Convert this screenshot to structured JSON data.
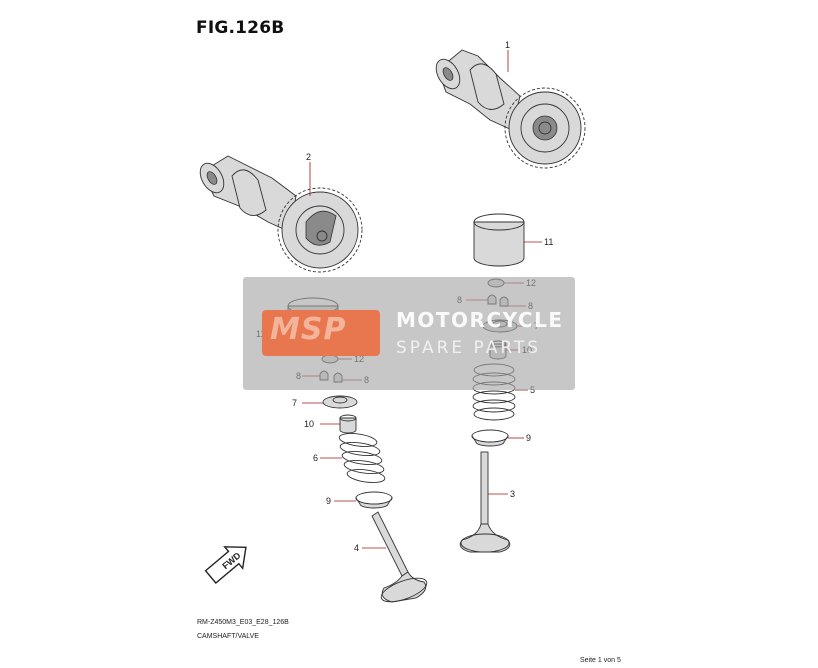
{
  "figure": {
    "title": "FIG.126B"
  },
  "footer": {
    "code": "RM-Z450M3_E03_E28_126B",
    "subtitle": "CAMSHAFT/VALVE",
    "page": "Seite 1 von 5"
  },
  "direction_marker": {
    "label": "FWD"
  },
  "watermark": {
    "logo": "MSP",
    "line1": "MOTORCYCLE",
    "line2": "SPARE PARTS"
  },
  "callouts": {
    "c1": "1",
    "c2": "2",
    "c3": "3",
    "c4": "4",
    "c5": "5",
    "c6": "6",
    "c7a": "7",
    "c7b": "7",
    "c8a": "8",
    "c8b": "8",
    "c8c": "8",
    "c8d": "8",
    "c9a": "9",
    "c9b": "9",
    "c10a": "10",
    "c10b": "10",
    "c11a": "11",
    "c11b": "11",
    "c12a": "12",
    "c12b": "12"
  },
  "colors": {
    "leader": "#a01818",
    "watermark_logo": "#e8764f",
    "watermark_box": "#a5a5a5"
  }
}
